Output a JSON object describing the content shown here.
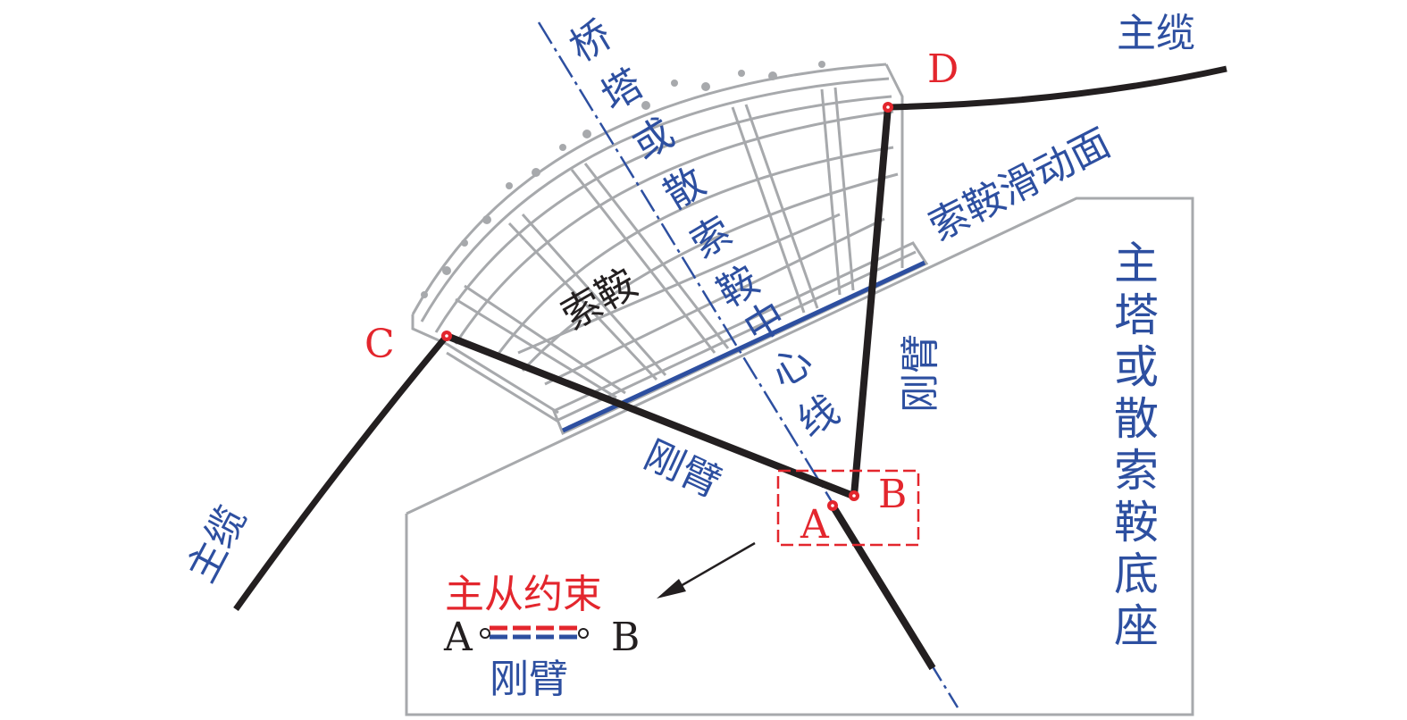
{
  "colors": {
    "blue": "#2d4fa0",
    "red": "#e3262d",
    "black": "#231f20",
    "gray": "#a7a9ac"
  },
  "labels": {
    "saddle": "索鞍",
    "centerline": [
      "桥",
      "塔",
      "或",
      "散",
      "索",
      "鞍",
      "中",
      "心",
      "线"
    ],
    "sliding_surface": "索鞍滑动面",
    "base": [
      "主",
      "塔",
      "或",
      "散",
      "索",
      "鞍",
      "底",
      "座"
    ],
    "main_cable_top": "主缆",
    "main_cable_left": "主缆",
    "rigid_arm_right": "刚臂",
    "rigid_arm_left": "刚臂",
    "point_a": "A",
    "point_b": "B",
    "point_c": "C",
    "point_d": "D"
  },
  "legend": {
    "title": "主从约束",
    "left": "A",
    "right": "B",
    "caption": "刚臂"
  }
}
